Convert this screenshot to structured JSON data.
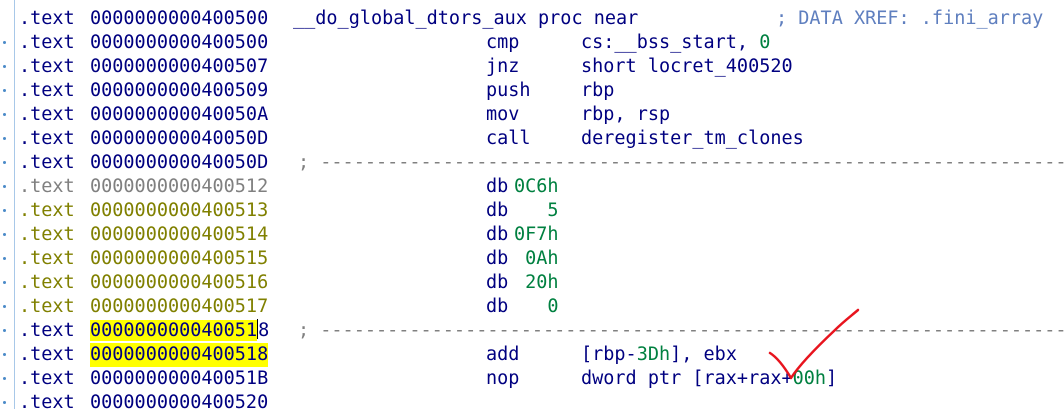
{
  "lines": [
    {
      "seg": ".text",
      "addr": "0000000000400500",
      "name": "__do_global_dtors_aux proc near",
      "comment": "; DATA XREF: .fini_array"
    },
    {
      "seg": ".text",
      "addr": "0000000000400500",
      "mnemonic": "cmp",
      "op_a": "cs:__bss_start, ",
      "op_num": "0"
    },
    {
      "seg": ".text",
      "addr": "0000000000400507",
      "mnemonic": "jnz",
      "op_a": "short locret_400520"
    },
    {
      "seg": ".text",
      "addr": "0000000000400509",
      "mnemonic": "push",
      "op_a": "rbp"
    },
    {
      "seg": ".text",
      "addr": "000000000040050A",
      "mnemonic": "mov",
      "op_a": "rbp, rsp"
    },
    {
      "seg": ".text",
      "addr": "000000000040050D",
      "mnemonic": "call",
      "op_a": "deregister_tm_clones"
    },
    {
      "seg": ".text",
      "addr": "000000000040050D",
      "separator": "; ---------------------------------------------------------------------------"
    },
    {
      "seg": ".text",
      "addr": "0000000000400512",
      "mnemonic": "db",
      "op_num": "0C6h"
    },
    {
      "seg": ".text",
      "addr": "0000000000400513",
      "mnemonic": "db",
      "op_num": "   5"
    },
    {
      "seg": ".text",
      "addr": "0000000000400514",
      "mnemonic": "db",
      "op_num": "0F7h"
    },
    {
      "seg": ".text",
      "addr": "0000000000400515",
      "mnemonic": "db",
      "op_num": " 0Ah"
    },
    {
      "seg": ".text",
      "addr": "0000000000400516",
      "mnemonic": "db",
      "op_num": " 20h"
    },
    {
      "seg": ".text",
      "addr": "0000000000400517",
      "mnemonic": "db",
      "op_num": "   0"
    },
    {
      "seg": ".text",
      "addr_a": "00000000004005",
      "addr_b": "1",
      "addr_c": "8",
      "separator": "; ---------------------------------------------------------------------------"
    },
    {
      "seg": ".text",
      "addr": "0000000000400518",
      "mnemonic": "add",
      "op_a": "[rbp-",
      "op_num": "3Dh",
      "op_b": "], ebx"
    },
    {
      "seg": ".text",
      "addr": "000000000040051B",
      "mnemonic": "nop",
      "op_a": "dword ptr [rax+rax+",
      "op_num": "00h",
      "op_b": "]"
    },
    {
      "seg": ".text",
      "addr": "0000000000400520"
    }
  ],
  "colors": {
    "text_default": "#000080",
    "number": "#008040",
    "undefined_gray": "#808080",
    "data_olive": "#808000",
    "comment": "#5f7fbf",
    "highlight": "#ffff00",
    "annotation_red": "#e8141e"
  }
}
